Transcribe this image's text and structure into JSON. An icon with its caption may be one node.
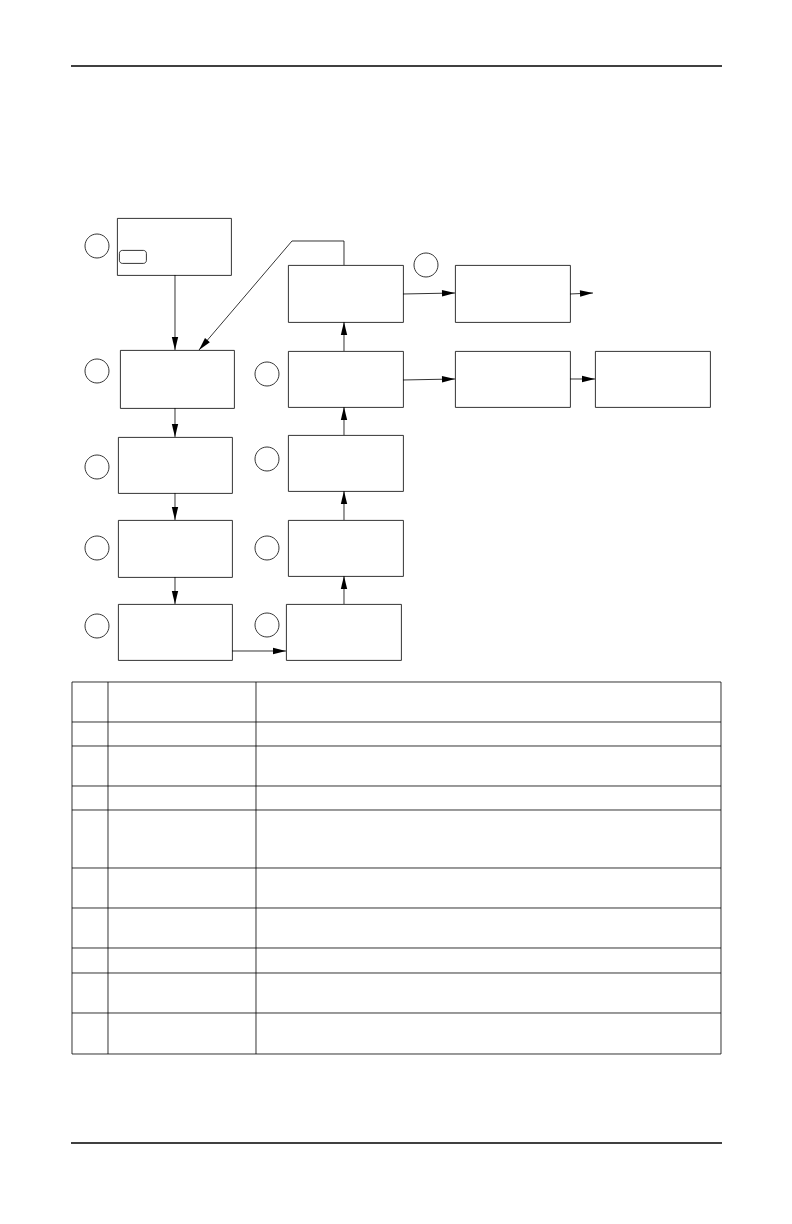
{
  "diagram": {
    "nodes": [
      {
        "text": [],
        "shape": "box"
      },
      {
        "text": [],
        "shape": "box",
        "in": 0
      },
      {
        "text": [],
        "shape": "box"
      },
      {
        "text": [],
        "shape": "box"
      },
      {
        "text": [],
        "shape": "box"
      },
      {
        "text": [],
        "shape": "box"
      },
      {
        "text": [],
        "shape": "box"
      },
      {
        "text": [],
        "shape": "box"
      },
      {
        "text": [],
        "shape": "box"
      },
      {
        "text": [],
        "shape": "box"
      },
      {
        "text": [],
        "shape": "box"
      },
      {
        "text": [],
        "shape": "box"
      },
      {
        "text": [],
        "shape": "box"
      },
      {
        "text": [],
        "shape": "box"
      },
      {
        "text": [],
        "shape": "circle"
      },
      {
        "text": [],
        "shape": "circle"
      },
      {
        "text": [],
        "shape": "circle"
      },
      {
        "text": [],
        "shape": "circle"
      },
      {
        "text": [],
        "shape": "circle"
      },
      {
        "text": [],
        "shape": "circle"
      },
      {
        "text": [],
        "shape": "circle"
      },
      {
        "text": [],
        "shape": "circle"
      },
      {
        "text": [],
        "shape": "circle"
      },
      {
        "text": [],
        "shape": "circle"
      }
    ],
    "edges": [
      {
        "from": 0,
        "to": 2,
        "arrow": "to"
      },
      {
        "from": 2,
        "to": 3,
        "arrow": "to"
      },
      {
        "from": 3,
        "to": 4,
        "arrow": "to"
      },
      {
        "from": 4,
        "to": 5,
        "arrow": "to"
      },
      {
        "from": 5,
        "to": 6,
        "arrow": "to"
      },
      {
        "from": 6,
        "to": 7,
        "arrow": "to"
      },
      {
        "from": 7,
        "to": 8,
        "arrow": "to"
      },
      {
        "from": 8,
        "to": 9,
        "arrow": "to"
      },
      {
        "from": 9,
        "to": 10,
        "arrow": "to"
      },
      {
        "from": 10,
        "to": 2,
        "arrow": "to"
      },
      {
        "from": 10,
        "to": 11,
        "arrow": "to"
      },
      {
        "from": 9,
        "to": 12,
        "arrow": "to"
      },
      {
        "from": 12,
        "to": 13,
        "arrow": "to"
      },
      {
        "from": 11,
        "to": null,
        "arrow": "to"
      }
    ]
  }
}
